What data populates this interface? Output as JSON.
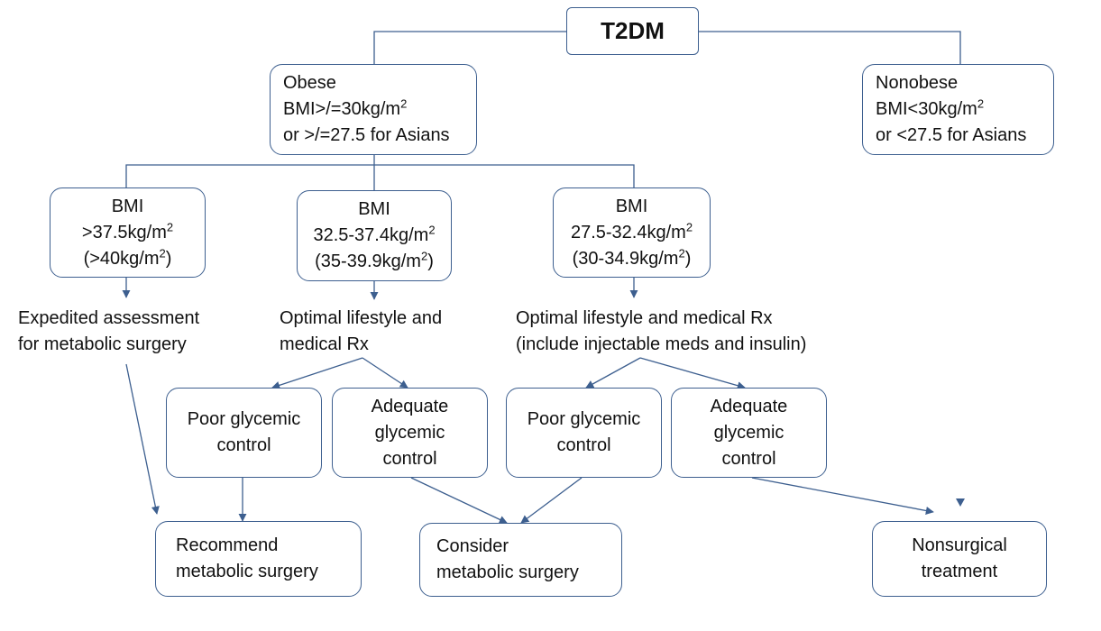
{
  "root": {
    "label": "T2DM"
  },
  "obese": {
    "line1": "Obese",
    "line2": "BMI>/=30kg/m",
    "line2_sup": "2",
    "line3": "or >/=27.5 for Asians"
  },
  "nonobese": {
    "line1": "Nonobese",
    "line2": "BMI<30kg/m",
    "line2_sup": "2",
    "line3": "or <27.5 for Asians"
  },
  "bmi_high": {
    "line1": "BMI",
    "line2": ">37.5kg/m",
    "line2_sup": "2",
    "line3": "(>40kg/m",
    "line3_sup": "2",
    "line3_end": ")"
  },
  "bmi_mid": {
    "line1": "BMI",
    "line2": "32.5-37.4kg/m",
    "line2_sup": "2",
    "line3": "(35-39.9kg/m",
    "line3_sup": "2",
    "line3_end": ")"
  },
  "bmi_low": {
    "line1": "BMI",
    "line2": "27.5-32.4kg/m",
    "line2_sup": "2",
    "line3": "(30-34.9kg/m",
    "line3_sup": "2",
    "line3_end": ")"
  },
  "expedited": {
    "line1": "Expedited assessment",
    "line2": "for metabolic surgery"
  },
  "lifestyle_mid": {
    "line1": "Optimal lifestyle and",
    "line2": "medical Rx"
  },
  "lifestyle_low": {
    "line1": "Optimal lifestyle and medical Rx",
    "line2": "(include injectable meds and insulin)"
  },
  "poor_mid": {
    "line1": "Poor glycemic",
    "line2": "control"
  },
  "adequate_mid": {
    "line1": "Adequate",
    "line2": "glycemic",
    "line3": "control"
  },
  "poor_low": {
    "line1": "Poor glycemic",
    "line2": "control"
  },
  "adequate_low": {
    "line1": "Adequate",
    "line2": "glycemic",
    "line3": "control"
  },
  "recommend": {
    "line1": "Recommend",
    "line2": "metabolic surgery"
  },
  "consider": {
    "line1": "Consider",
    "line2": "metabolic surgery"
  },
  "nonsurgical": {
    "line1": "Nonsurgical",
    "line2": "treatment"
  },
  "colors": {
    "line": "#3d5f8f",
    "border": "#3d5f8f",
    "text": "#111111"
  }
}
